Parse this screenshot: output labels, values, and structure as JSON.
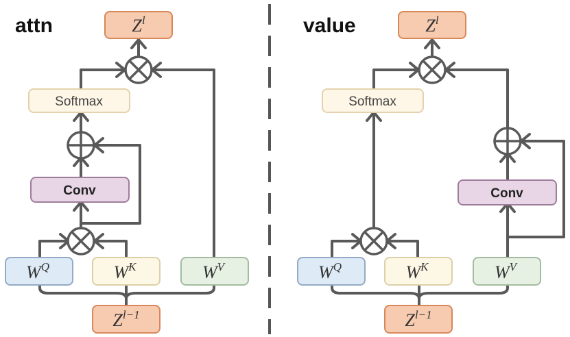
{
  "panels": {
    "attn": {
      "title": "attn"
    },
    "value": {
      "title": "value"
    }
  },
  "labels": {
    "softmax": "Softmax",
    "conv": "Conv",
    "output_base": "Z",
    "output_sup": "l",
    "input_base": "Z",
    "input_sup": "l−1",
    "wq_base": "W",
    "wq_sup": "Q",
    "wk_base": "W",
    "wk_sup": "K",
    "wv_base": "W",
    "wv_sup": "V"
  },
  "operators": {
    "multiply_icon": "circled-times-icon",
    "add_icon": "circled-plus-icon"
  },
  "colors": {
    "output_fill": "#f7cbb0",
    "output_stroke": "#d9875a",
    "input_fill": "#f7cbb0",
    "input_stroke": "#d9875a",
    "softmax_fill": "#fef6e6",
    "softmax_stroke": "#e3d2ad",
    "conv_fill": "#e8d6e6",
    "conv_stroke": "#9e7d9c",
    "wq_fill": "#deeaf6",
    "wq_stroke": "#93abc6",
    "wk_fill": "#fdf7e5",
    "wk_stroke": "#ddd0a8",
    "wv_fill": "#e6f1e4",
    "wv_stroke": "#a3bc9f",
    "line": "#595959"
  }
}
